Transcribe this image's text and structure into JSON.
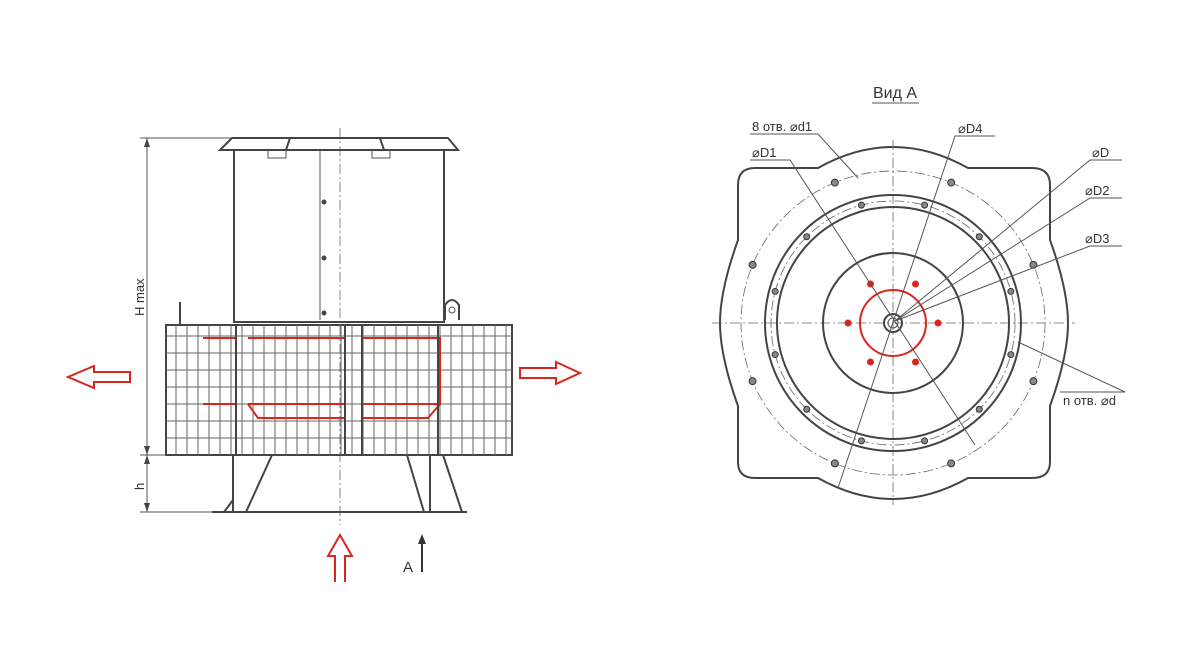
{
  "labels": {
    "view_title": "Вид А",
    "holes_d1": "8 отв. ⌀d1",
    "d1": "⌀D1",
    "d4": "⌀D4",
    "d": "⌀D",
    "d2": "⌀D2",
    "d3": "⌀D3",
    "holes_d": "n отв. ⌀d",
    "h_max": "H max",
    "h": "h",
    "view_marker": "A"
  },
  "colors": {
    "line": "#444444",
    "accent": "#d9261c"
  }
}
